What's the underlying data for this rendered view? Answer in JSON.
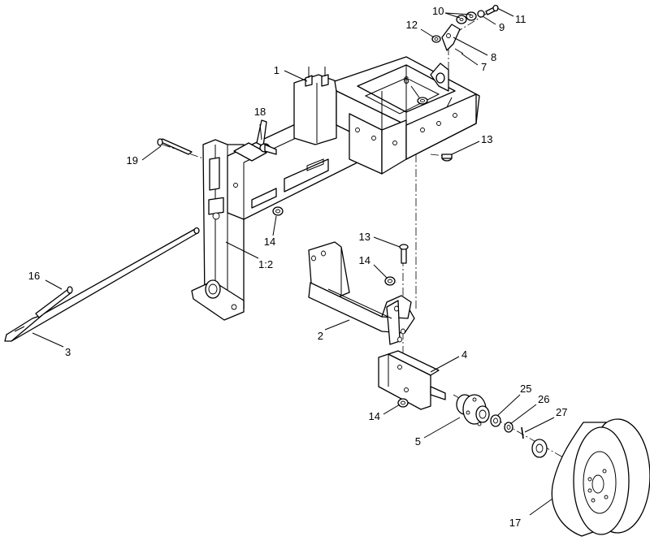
{
  "diagram": {
    "callouts": [
      {
        "id": "c1",
        "text": "1"
      },
      {
        "id": "c2",
        "text": "2"
      },
      {
        "id": "c3",
        "text": "3"
      },
      {
        "id": "c4",
        "text": "4"
      },
      {
        "id": "c5",
        "text": "5"
      },
      {
        "id": "c6",
        "text": "6"
      },
      {
        "id": "c7",
        "text": "7"
      },
      {
        "id": "c8",
        "text": "8"
      },
      {
        "id": "c9",
        "text": "9"
      },
      {
        "id": "c10",
        "text": "10"
      },
      {
        "id": "c11",
        "text": "11"
      },
      {
        "id": "c12",
        "text": "12"
      },
      {
        "id": "c13a",
        "text": "13"
      },
      {
        "id": "c13b",
        "text": "13"
      },
      {
        "id": "c14a",
        "text": "14"
      },
      {
        "id": "c14b",
        "text": "14"
      },
      {
        "id": "c14c",
        "text": "14"
      },
      {
        "id": "c16",
        "text": "16"
      },
      {
        "id": "c17",
        "text": "17"
      },
      {
        "id": "c18",
        "text": "18"
      },
      {
        "id": "c19",
        "text": "19"
      },
      {
        "id": "c25",
        "text": "25"
      },
      {
        "id": "c26",
        "text": "26"
      },
      {
        "id": "c27",
        "text": "27"
      },
      {
        "id": "c12b",
        "text": "1:2"
      }
    ]
  }
}
